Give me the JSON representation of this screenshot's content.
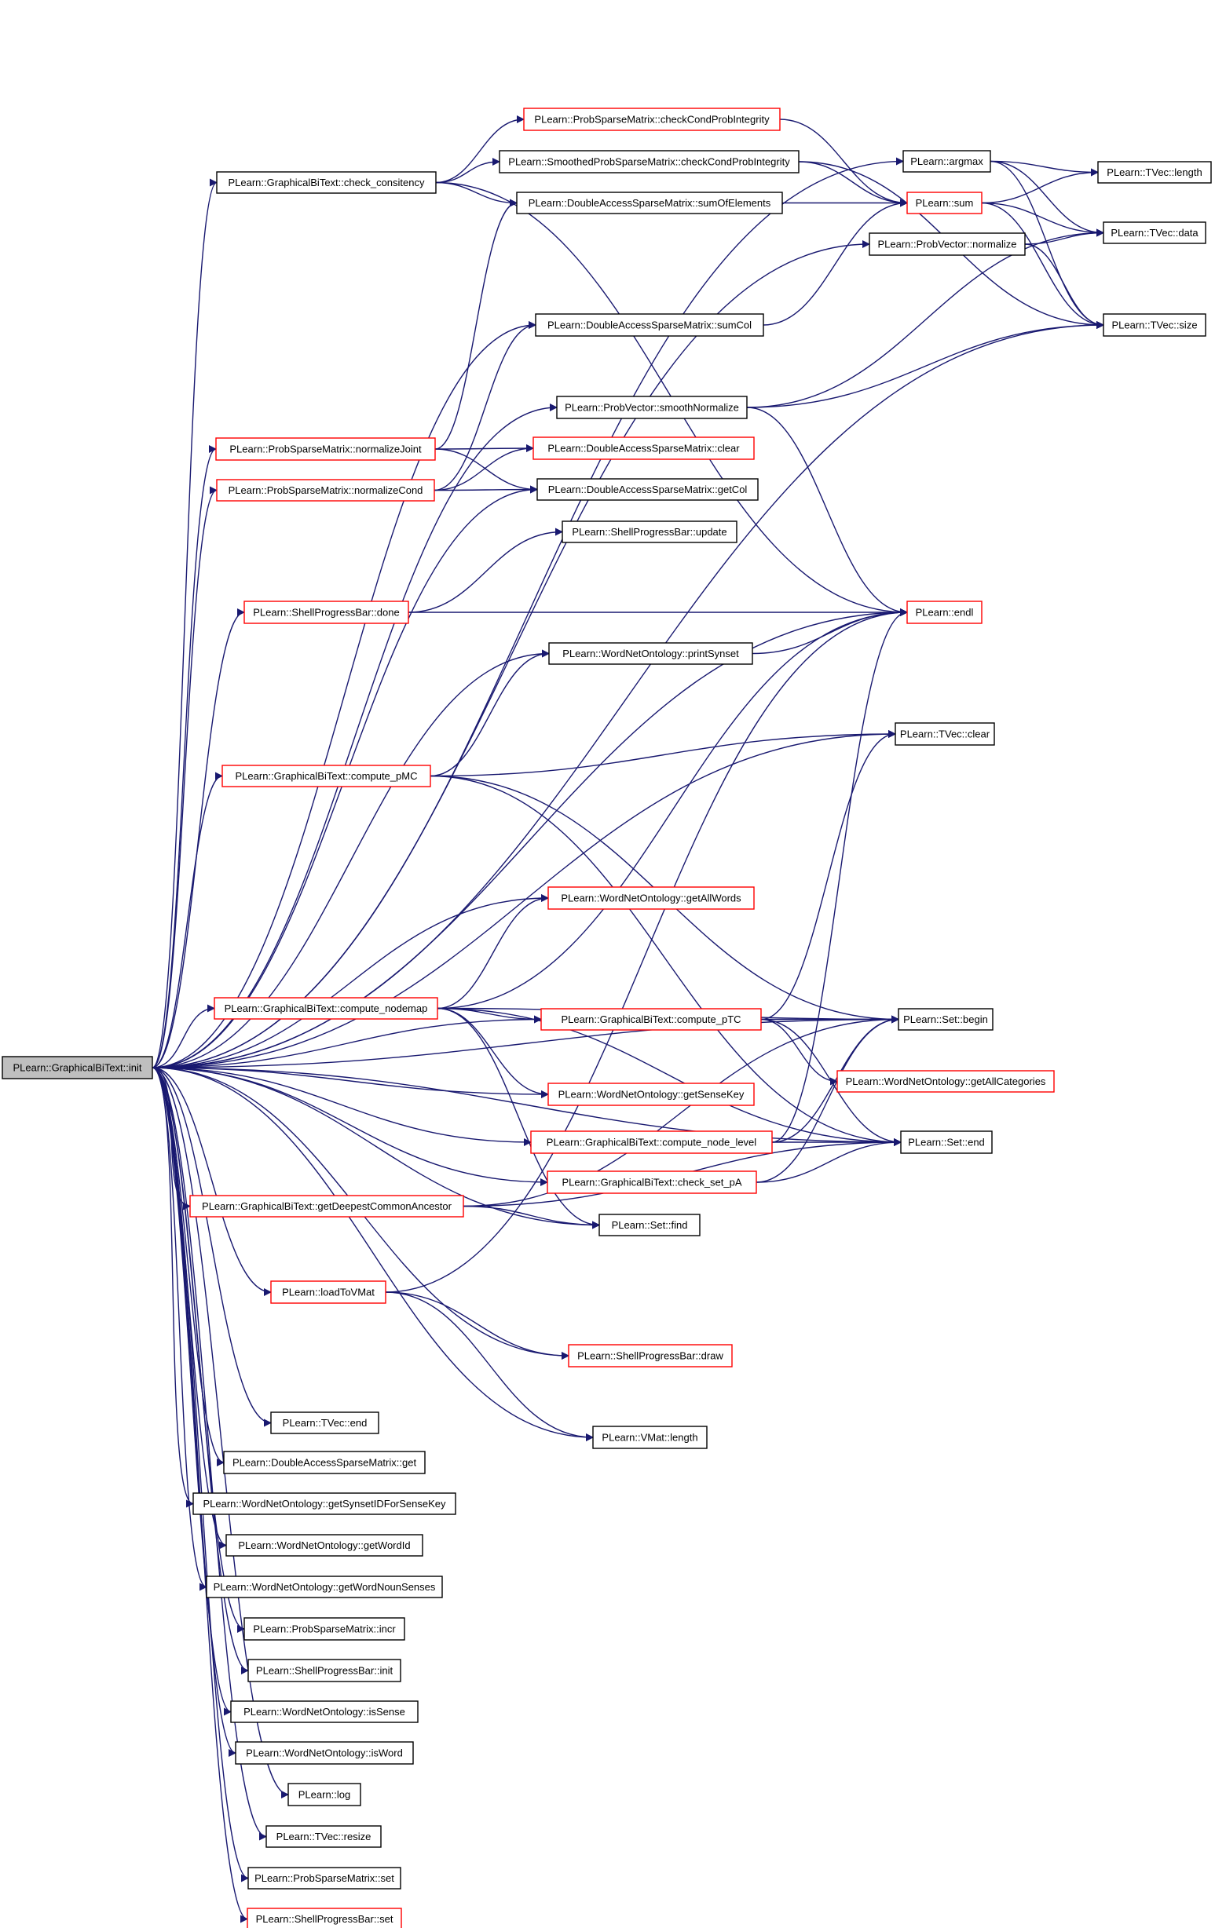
{
  "diagram": {
    "root": "PLearn::GraphicalBiText::init",
    "nodes": [
      {
        "id": "init",
        "label": "PLearn::GraphicalBiText::init",
        "style": "root"
      },
      {
        "id": "check_consitency",
        "label": "PLearn::GraphicalBiText::check_consitency",
        "style": "black"
      },
      {
        "id": "prob_checkcond",
        "label": "PLearn::ProbSparseMatrix::checkCondProbIntegrity",
        "style": "red"
      },
      {
        "id": "smoothed_checkcond",
        "label": "PLearn::SmoothedProbSparseMatrix::checkCondProbIntegrity",
        "style": "black"
      },
      {
        "id": "sumOfElements",
        "label": "PLearn::DoubleAccessSparseMatrix::sumOfElements",
        "style": "black"
      },
      {
        "id": "argmax",
        "label": "PLearn::argmax",
        "style": "black"
      },
      {
        "id": "tvec_length",
        "label": "PLearn::TVec::length",
        "style": "black"
      },
      {
        "id": "sum",
        "label": "PLearn::sum",
        "style": "red"
      },
      {
        "id": "tvec_data",
        "label": "PLearn::TVec::data",
        "style": "black"
      },
      {
        "id": "probvec_normalize",
        "label": "PLearn::ProbVector::normalize",
        "style": "black"
      },
      {
        "id": "sumCol",
        "label": "PLearn::DoubleAccessSparseMatrix::sumCol",
        "style": "black"
      },
      {
        "id": "tvec_size",
        "label": "PLearn::TVec::size",
        "style": "black"
      },
      {
        "id": "smoothNormalize",
        "label": "PLearn::ProbVector::smoothNormalize",
        "style": "black"
      },
      {
        "id": "normalizeJoint",
        "label": "PLearn::ProbSparseMatrix::normalizeJoint",
        "style": "red"
      },
      {
        "id": "dasm_clear",
        "label": "PLearn::DoubleAccessSparseMatrix::clear",
        "style": "red"
      },
      {
        "id": "normalizeCond",
        "label": "PLearn::ProbSparseMatrix::normalizeCond",
        "style": "red"
      },
      {
        "id": "getCol",
        "label": "PLearn::DoubleAccessSparseMatrix::getCol",
        "style": "black"
      },
      {
        "id": "spb_update",
        "label": "PLearn::ShellProgressBar::update",
        "style": "black"
      },
      {
        "id": "spb_done",
        "label": "PLearn::ShellProgressBar::done",
        "style": "red"
      },
      {
        "id": "endl",
        "label": "PLearn::endl",
        "style": "red"
      },
      {
        "id": "printSynset",
        "label": "PLearn::WordNetOntology::printSynset",
        "style": "black"
      },
      {
        "id": "tvec_clear",
        "label": "PLearn::TVec::clear",
        "style": "black"
      },
      {
        "id": "compute_pMC",
        "label": "PLearn::GraphicalBiText::compute_pMC",
        "style": "red"
      },
      {
        "id": "getAllWords",
        "label": "PLearn::WordNetOntology::getAllWords",
        "style": "red"
      },
      {
        "id": "compute_nodemap",
        "label": "PLearn::GraphicalBiText::compute_nodemap",
        "style": "red"
      },
      {
        "id": "compute_pTC",
        "label": "PLearn::GraphicalBiText::compute_pTC",
        "style": "red"
      },
      {
        "id": "set_begin",
        "label": "PLearn::Set::begin",
        "style": "black"
      },
      {
        "id": "getAllCategories",
        "label": "PLearn::WordNetOntology::getAllCategories",
        "style": "red"
      },
      {
        "id": "getSenseKey",
        "label": "PLearn::WordNetOntology::getSenseKey",
        "style": "red"
      },
      {
        "id": "compute_node_level",
        "label": "PLearn::GraphicalBiText::compute_node_level",
        "style": "red"
      },
      {
        "id": "set_end",
        "label": "PLearn::Set::end",
        "style": "black"
      },
      {
        "id": "check_set_pA",
        "label": "PLearn::GraphicalBiText::check_set_pA",
        "style": "red"
      },
      {
        "id": "getDCA",
        "label": "PLearn::GraphicalBiText::getDeepestCommonAncestor",
        "style": "red"
      },
      {
        "id": "set_find",
        "label": "PLearn::Set::find",
        "style": "black"
      },
      {
        "id": "loadToVMat",
        "label": "PLearn::loadToVMat",
        "style": "red"
      },
      {
        "id": "spb_draw",
        "label": "PLearn::ShellProgressBar::draw",
        "style": "red"
      },
      {
        "id": "vmat_length",
        "label": "PLearn::VMat::length",
        "style": "black"
      },
      {
        "id": "tvec_end",
        "label": "PLearn::TVec::end",
        "style": "black"
      },
      {
        "id": "dasm_get",
        "label": "PLearn::DoubleAccessSparseMatrix::get",
        "style": "black"
      },
      {
        "id": "getSynsetIDForSenseKey",
        "label": "PLearn::WordNetOntology::getSynsetIDForSenseKey",
        "style": "black"
      },
      {
        "id": "getWordId",
        "label": "PLearn::WordNetOntology::getWordId",
        "style": "black"
      },
      {
        "id": "getWordNounSenses",
        "label": "PLearn::WordNetOntology::getWordNounSenses",
        "style": "black"
      },
      {
        "id": "psm_incr",
        "label": "PLearn::ProbSparseMatrix::incr",
        "style": "black"
      },
      {
        "id": "spb_init",
        "label": "PLearn::ShellProgressBar::init",
        "style": "black"
      },
      {
        "id": "isSense",
        "label": "PLearn::WordNetOntology::isSense",
        "style": "black"
      },
      {
        "id": "isWord",
        "label": "PLearn::WordNetOntology::isWord",
        "style": "black"
      },
      {
        "id": "log",
        "label": "PLearn::log",
        "style": "black"
      },
      {
        "id": "tvec_resize",
        "label": "PLearn::TVec::resize",
        "style": "black"
      },
      {
        "id": "psm_set",
        "label": "PLearn::ProbSparseMatrix::set",
        "style": "black"
      },
      {
        "id": "spb_set",
        "label": "PLearn::ShellProgressBar::set",
        "style": "red"
      }
    ],
    "edges": [
      [
        "init",
        "argmax"
      ],
      [
        "init",
        "check_consitency"
      ],
      [
        "init",
        "probvec_normalize"
      ],
      [
        "init",
        "sumCol"
      ],
      [
        "init",
        "tvec_size"
      ],
      [
        "init",
        "smoothNormalize"
      ],
      [
        "init",
        "normalizeJoint"
      ],
      [
        "init",
        "normalizeCond"
      ],
      [
        "init",
        "getCol"
      ],
      [
        "init",
        "spb_done"
      ],
      [
        "init",
        "endl"
      ],
      [
        "init",
        "printSynset"
      ],
      [
        "init",
        "tvec_clear"
      ],
      [
        "init",
        "compute_pMC"
      ],
      [
        "init",
        "getAllWords"
      ],
      [
        "init",
        "compute_nodemap"
      ],
      [
        "init",
        "compute_pTC"
      ],
      [
        "init",
        "set_begin"
      ],
      [
        "init",
        "getSenseKey"
      ],
      [
        "init",
        "compute_node_level"
      ],
      [
        "init",
        "set_end"
      ],
      [
        "init",
        "check_set_pA"
      ],
      [
        "init",
        "getDCA"
      ],
      [
        "init",
        "set_find"
      ],
      [
        "init",
        "loadToVMat"
      ],
      [
        "init",
        "spb_draw"
      ],
      [
        "init",
        "vmat_length"
      ],
      [
        "init",
        "tvec_end"
      ],
      [
        "init",
        "dasm_get"
      ],
      [
        "init",
        "getSynsetIDForSenseKey"
      ],
      [
        "init",
        "getWordId"
      ],
      [
        "init",
        "getWordNounSenses"
      ],
      [
        "init",
        "psm_incr"
      ],
      [
        "init",
        "spb_init"
      ],
      [
        "init",
        "isSense"
      ],
      [
        "init",
        "isWord"
      ],
      [
        "init",
        "log"
      ],
      [
        "init",
        "tvec_resize"
      ],
      [
        "init",
        "psm_set"
      ],
      [
        "init",
        "spb_set"
      ],
      [
        "check_consitency",
        "prob_checkcond"
      ],
      [
        "check_consitency",
        "smoothed_checkcond"
      ],
      [
        "check_consitency",
        "sumOfElements"
      ],
      [
        "check_consitency",
        "endl"
      ],
      [
        "prob_checkcond",
        "sum"
      ],
      [
        "smoothed_checkcond",
        "sum"
      ],
      [
        "smoothed_checkcond",
        "tvec_size"
      ],
      [
        "sumOfElements",
        "sum"
      ],
      [
        "argmax",
        "tvec_length"
      ],
      [
        "argmax",
        "tvec_data"
      ],
      [
        "argmax",
        "tvec_size"
      ],
      [
        "sum",
        "tvec_length"
      ],
      [
        "sum",
        "tvec_data"
      ],
      [
        "sum",
        "tvec_size"
      ],
      [
        "probvec_normalize",
        "tvec_data"
      ],
      [
        "probvec_normalize",
        "tvec_size"
      ],
      [
        "sumCol",
        "sum"
      ],
      [
        "smoothNormalize",
        "tvec_data"
      ],
      [
        "smoothNormalize",
        "tvec_size"
      ],
      [
        "smoothNormalize",
        "endl"
      ],
      [
        "normalizeJoint",
        "sumOfElements"
      ],
      [
        "normalizeJoint",
        "dasm_clear"
      ],
      [
        "normalizeJoint",
        "getCol"
      ],
      [
        "normalizeCond",
        "sumCol"
      ],
      [
        "normalizeCond",
        "dasm_clear"
      ],
      [
        "normalizeCond",
        "getCol"
      ],
      [
        "spb_done",
        "spb_update"
      ],
      [
        "spb_done",
        "endl"
      ],
      [
        "printSynset",
        "endl"
      ],
      [
        "compute_pMC",
        "printSynset"
      ],
      [
        "compute_pMC",
        "tvec_clear"
      ],
      [
        "compute_pMC",
        "set_begin"
      ],
      [
        "compute_pMC",
        "set_end"
      ],
      [
        "compute_nodemap",
        "getAllWords"
      ],
      [
        "compute_nodemap",
        "compute_pTC"
      ],
      [
        "compute_nodemap",
        "set_begin"
      ],
      [
        "compute_nodemap",
        "getSenseKey"
      ],
      [
        "compute_nodemap",
        "set_end"
      ],
      [
        "compute_nodemap",
        "set_find"
      ],
      [
        "compute_nodemap",
        "endl"
      ],
      [
        "compute_pTC",
        "tvec_clear"
      ],
      [
        "compute_pTC",
        "set_begin"
      ],
      [
        "compute_pTC",
        "getAllCategories"
      ],
      [
        "compute_pTC",
        "set_end"
      ],
      [
        "compute_node_level",
        "set_begin"
      ],
      [
        "compute_node_level",
        "set_end"
      ],
      [
        "compute_node_level",
        "endl"
      ],
      [
        "check_set_pA",
        "set_begin"
      ],
      [
        "check_set_pA",
        "set_end"
      ],
      [
        "getDCA",
        "set_find"
      ],
      [
        "getDCA",
        "set_begin"
      ],
      [
        "getDCA",
        "set_end"
      ],
      [
        "loadToVMat",
        "spb_draw"
      ],
      [
        "loadToVMat",
        "vmat_length"
      ],
      [
        "loadToVMat",
        "endl"
      ]
    ]
  }
}
